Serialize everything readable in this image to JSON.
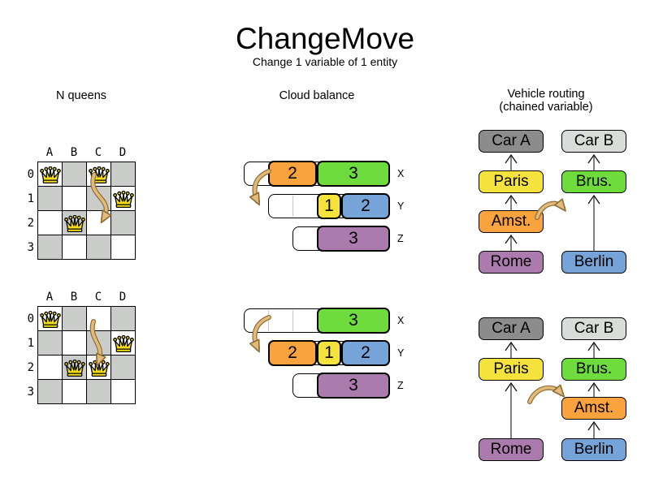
{
  "title": "ChangeMove",
  "subtitle": "Change 1 variable of 1 entity",
  "colors": {
    "orange": "#F8A33D",
    "green": "#6EDC3C",
    "yellow": "#F6E23C",
    "blue": "#76A3D8",
    "purple": "#AC7BAE",
    "car_a_gray": "#8C8C8C",
    "car_b_gray": "#D9DDD9",
    "board_gray": "#C9CCC9",
    "queen_gold": "#F7DE1C",
    "arrow_tan": "#E2BA79",
    "arrow_tan_dark": "#8C6D35"
  },
  "nqueens": {
    "header": "N queens",
    "col_labels": [
      "A",
      "B",
      "C",
      "D"
    ],
    "row_labels": [
      "0",
      "1",
      "2",
      "3"
    ],
    "before": {
      "queens": [
        "A0",
        "C0",
        "D1",
        "B2"
      ],
      "move_arrow": "queen C0 moves to C2"
    },
    "after": {
      "queens": [
        "A0",
        "D1",
        "B2",
        "C2"
      ],
      "move_arrow": "queen moved down column C to C2"
    }
  },
  "cloud": {
    "header": "Cloud balance",
    "before": {
      "rows": [
        {
          "label": "X",
          "capacity": 6,
          "blocks": [
            {
              "value": "2",
              "color": "orange",
              "size": 2
            },
            {
              "value": "3",
              "color": "green",
              "size": 3
            }
          ]
        },
        {
          "label": "Y",
          "capacity": 5,
          "blocks": [
            {
              "value": "1",
              "color": "yellow",
              "size": 1
            },
            {
              "value": "2",
              "color": "blue",
              "size": 2
            }
          ]
        },
        {
          "label": "Z",
          "capacity": 4,
          "blocks": [
            {
              "value": "3",
              "color": "purple",
              "size": 3
            }
          ]
        }
      ],
      "move_arrow": "process 2 moves from computer X to computer Y"
    },
    "after": {
      "rows": [
        {
          "label": "X",
          "capacity": 6,
          "blocks": [
            {
              "value": "3",
              "color": "green",
              "size": 3
            }
          ]
        },
        {
          "label": "Y",
          "capacity": 5,
          "blocks": [
            {
              "value": "2",
              "color": "orange",
              "size": 2
            },
            {
              "value": "1",
              "color": "yellow",
              "size": 1
            },
            {
              "value": "2",
              "color": "blue",
              "size": 2
            }
          ]
        },
        {
          "label": "Z",
          "capacity": 4,
          "blocks": [
            {
              "value": "3",
              "color": "purple",
              "size": 3
            }
          ]
        }
      ],
      "move_arrow": "process 2 now on computer Y"
    }
  },
  "vehicle": {
    "header_line1": "Vehicle routing",
    "header_line2": "(chained variable)",
    "before": {
      "chains": [
        {
          "side": "left",
          "boxes": [
            {
              "label": "Car A",
              "color": "car_a_gray",
              "row": 0
            },
            {
              "label": "Paris",
              "color": "yellow",
              "row": 1
            },
            {
              "label": "Amst.",
              "color": "orange",
              "row": 2
            },
            {
              "label": "Rome",
              "color": "purple",
              "row": 3
            }
          ]
        },
        {
          "side": "right",
          "boxes": [
            {
              "label": "Car B",
              "color": "car_b_gray",
              "row": 0
            },
            {
              "label": "Brus.",
              "color": "green",
              "row": 1
            },
            {
              "label": "Berlin",
              "color": "blue",
              "row": 3
            }
          ]
        }
      ],
      "move_arrow": "Amst. moves to Car B chain between Berlin and Brus."
    },
    "after": {
      "chains": [
        {
          "side": "left",
          "boxes": [
            {
              "label": "Car A",
              "color": "car_a_gray",
              "row": 0
            },
            {
              "label": "Paris",
              "color": "yellow",
              "row": 1
            },
            {
              "label": "Rome",
              "color": "purple",
              "row": 3
            }
          ]
        },
        {
          "side": "right",
          "boxes": [
            {
              "label": "Car B",
              "color": "car_b_gray",
              "row": 0
            },
            {
              "label": "Brus.",
              "color": "green",
              "row": 1
            },
            {
              "label": "Amst.",
              "color": "orange",
              "row": 2
            },
            {
              "label": "Berlin",
              "color": "blue",
              "row": 3
            }
          ]
        }
      ],
      "move_arrow": "Amst. inserted between Berlin and Brus."
    }
  }
}
